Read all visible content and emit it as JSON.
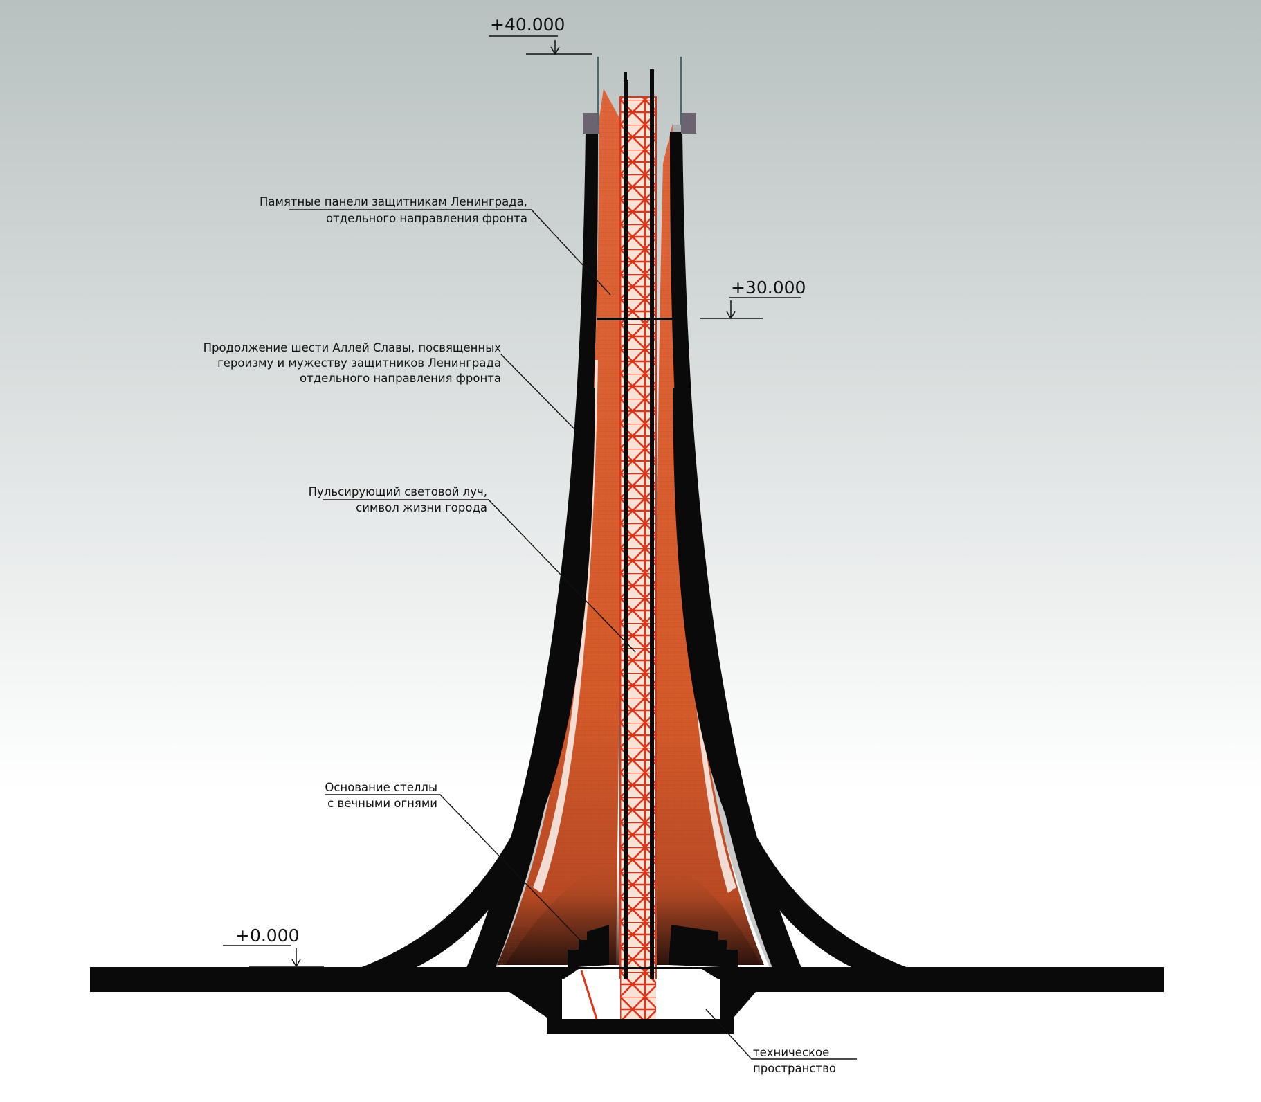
{
  "levels": {
    "top": "+40.000",
    "mid": "+30.000",
    "ground": "+0.000"
  },
  "callouts": {
    "panels": {
      "line1": "Памятные панели защитникам Ленинграда,",
      "line2": "отдельного направления фронта"
    },
    "alleys": {
      "line1": "Продолжение шести Аллей Славы, посвященных",
      "line2": "героизму и мужеству защитников Ленинграда",
      "line3": "отдельного направления фронта"
    },
    "beam": {
      "line1": "Пульсирующий световой луч,",
      "line2": "символ жизни города"
    },
    "base": {
      "line1": "Основание стеллы",
      "line2": "с вечными огнями"
    },
    "tech": {
      "line1": "техническое",
      "line2": "пространство"
    }
  },
  "colors": {
    "sky_top": "#b8c1c0",
    "sky_bottom": "#ffffff",
    "shell": "#0a0a0a",
    "panel_orange": "#d45a2a",
    "lattice": "#d9361c"
  }
}
